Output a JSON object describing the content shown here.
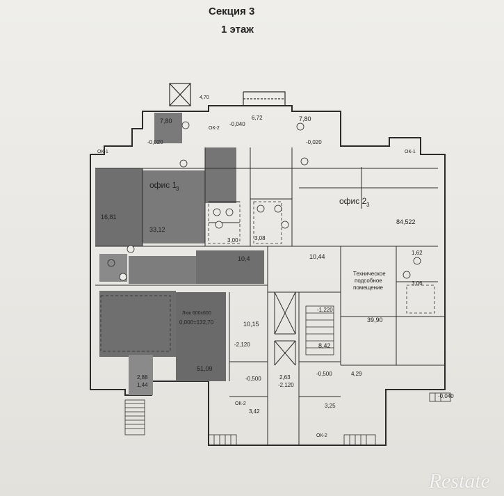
{
  "header": {
    "section": "Секция 3",
    "floor": "1 этаж"
  },
  "rooms": {
    "office1_label": "офис 1",
    "office1_sub": "3",
    "office2_label": "офис 2",
    "office2_sub": "3",
    "tech_line1": "Техническое",
    "tech_line2": "подсобное",
    "tech_line3": "помещение",
    "tech_area": "39,90",
    "r_16_81": "16,81",
    "r_33_12": "33,12",
    "r_84_522": "84,522",
    "r_10_44_left": "10,4",
    "r_10_44_right": "10,44",
    "r_51_09": "51,09",
    "r_3_08": "3,08",
    "r_3_00": "3,00",
    "r_7_80_left": "7,80",
    "r_7_80_right": "7,80",
    "r_10_15": "10,15",
    "r_8_42": "8,42",
    "r_2_88": "2,88",
    "r_1_44": "1,44",
    "r_1_62": "1,62",
    "r_3_06": "3,06",
    "r_4_29": "4,29",
    "r_2_63": "2,63",
    "r_3_42": "3,42",
    "r_3_25": "3,25",
    "r_6_72": "6,72",
    "r_4_70": "4,70"
  },
  "levels": {
    "lv_0_020_l": "-0,020",
    "lv_0_040": "-0,040",
    "lv_0_020_r": "-0,020",
    "lv_0_000": "0,000=132,70",
    "lv_1_220": "-1,220",
    "lv_2_120_l": "-2,120",
    "lv_2_120_r": "-2,120",
    "lv_0_500_l": "-0,500",
    "lv_0_500_r": "-0,500",
    "lv_0_040_b": "-0,040"
  },
  "marks": {
    "ok1": "ОК-1",
    "ok2": "ОК-2",
    "hatch": "Люк 600x600"
  },
  "watermark": "Restate",
  "colors": {
    "dark_fill": "#6f6f6f",
    "mid_fill": "#8a8a8a",
    "line": "#2b2b2b",
    "paper": "#ecebe7"
  }
}
